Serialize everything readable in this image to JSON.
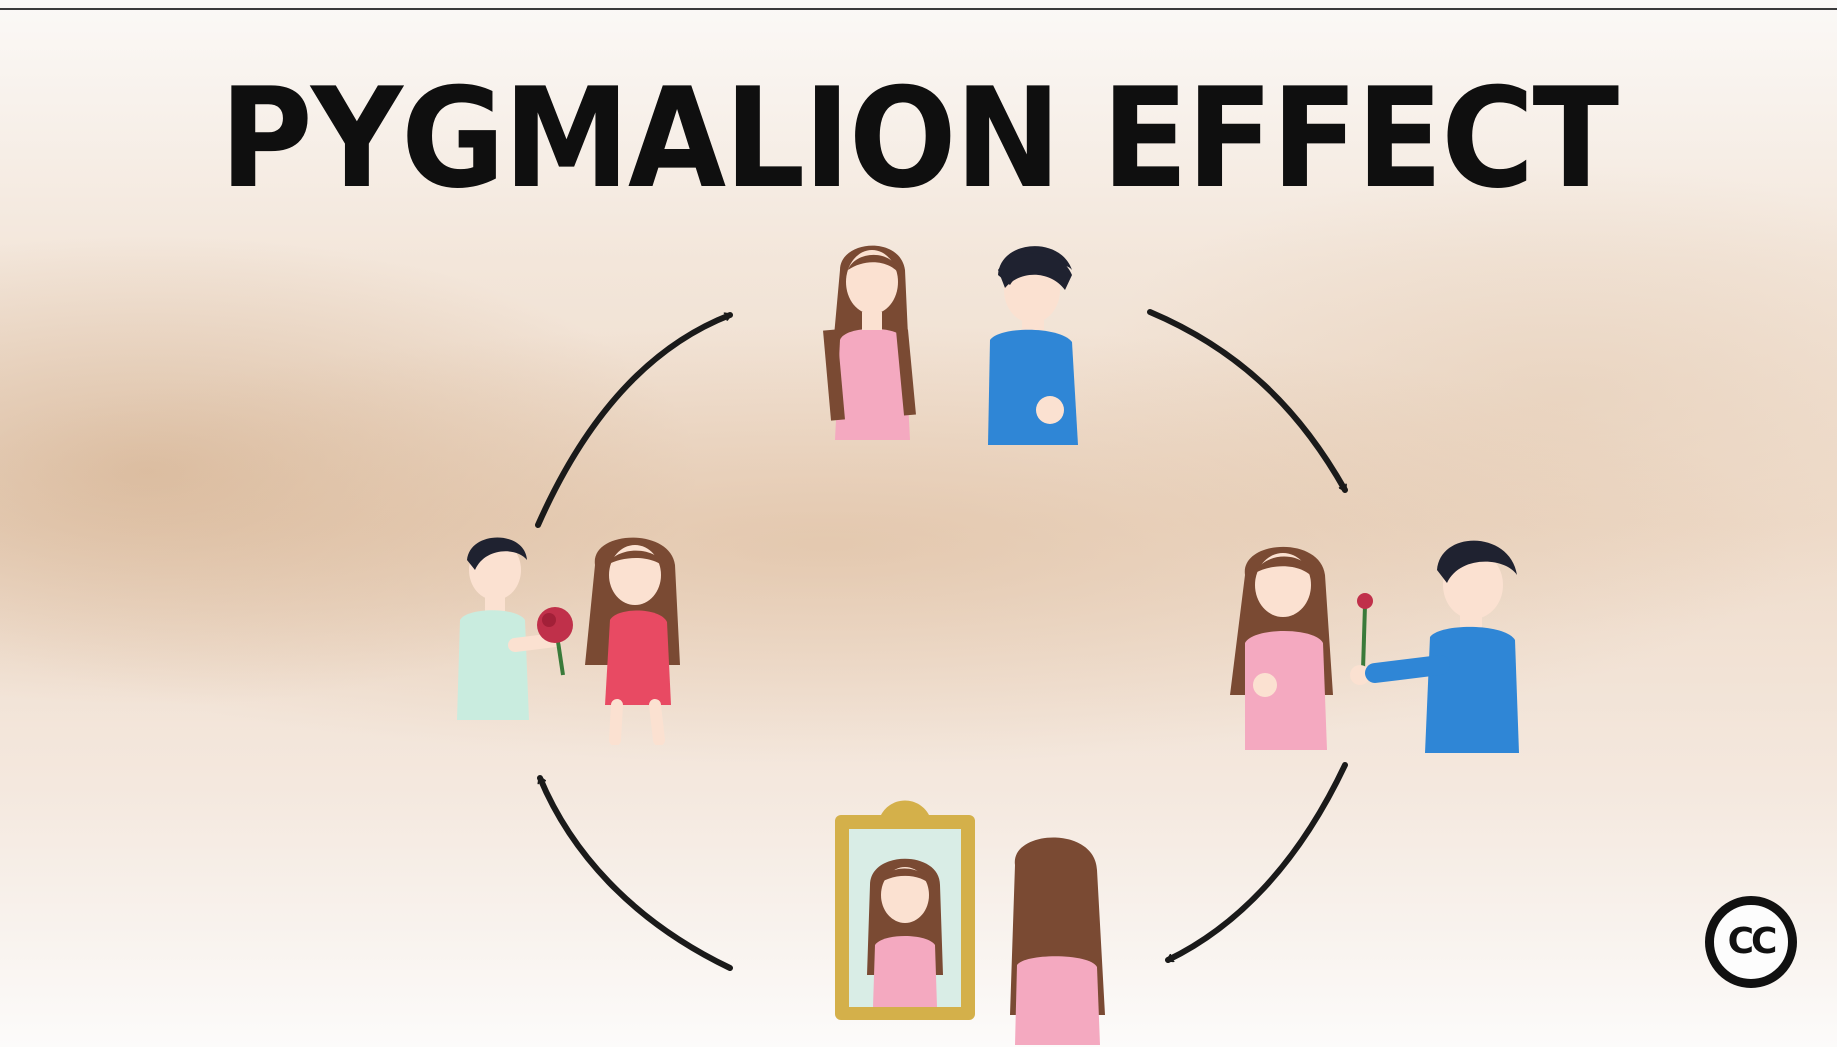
{
  "title": "PYGMALION EFFECT",
  "badge": {
    "label": "CC",
    "icon": "creative-commons-icon"
  },
  "colors": {
    "arrow": "#1a1a1a",
    "pink_dress": "#f4a9c0",
    "blue_shirt": "#2f86d6",
    "red_dress": "#e84a63",
    "hair_brown": "#7a4a33",
    "hair_dark": "#1f2230",
    "skin": "#fbe1d1",
    "frame_gold": "#d4b04a"
  },
  "scenes": [
    {
      "id": "top",
      "icon": "couple-meeting-icon"
    },
    {
      "id": "right",
      "icon": "gift-giving-icon"
    },
    {
      "id": "bottom",
      "icon": "mirror-reflection-icon"
    },
    {
      "id": "left",
      "icon": "flower-offering-icon"
    }
  ]
}
